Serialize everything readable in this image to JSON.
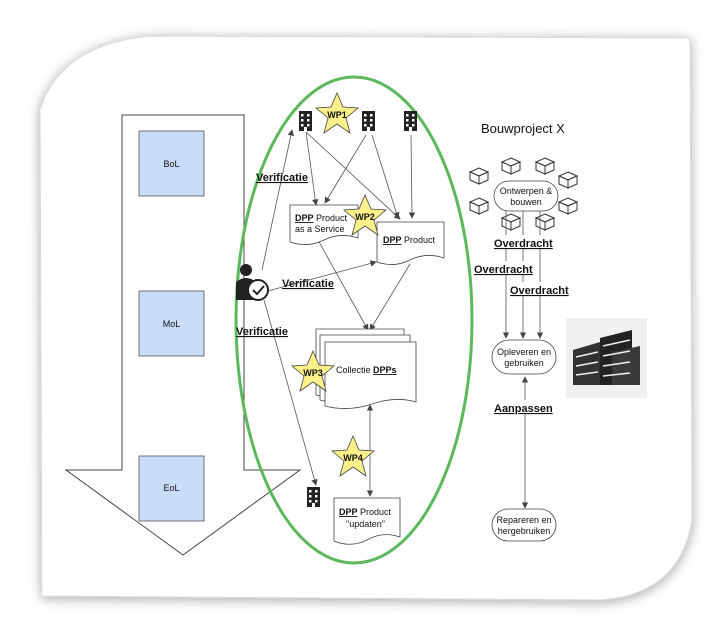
{
  "lifecycle": {
    "bol": "BoL",
    "mol": "MoL",
    "eol": "EoL"
  },
  "workpackages": {
    "wp1": "WP1",
    "wp2": "WP2",
    "wp3": "WP3",
    "wp4": "WP4"
  },
  "verification": {
    "label_top": "Verificatie",
    "label_middle": "Verificatie",
    "label_bottom": "Verificatie"
  },
  "documents": {
    "dpp_service_bold": "DPP",
    "dpp_service_rest": " Product",
    "dpp_service_line2": "as a Service",
    "dpp_product_bold": "DPP",
    "dpp_product_rest": " Product",
    "collectie_prefix": "Collectie ",
    "collectie_bold": "DPPs",
    "update_bold": "DPP",
    "update_rest": " Product",
    "update_line2": "\"updaten\""
  },
  "project": {
    "title": "Bouwproject X",
    "design_line1": "Ontwerpen &",
    "design_line2": "bouwen",
    "handover1": "Overdracht",
    "handover2": "Overdracht",
    "handover3": "Overdracht",
    "deliver_line1": "Opleveren en",
    "deliver_line2": "gebruiken",
    "adapt": "Aanpassen",
    "repair_line1": "Repareren en",
    "repair_line2": "hergebruiken"
  },
  "colors": {
    "ellipse": "#5cb85c",
    "star": "#fbf08a",
    "lifecycle_box": "#c9dcf8"
  },
  "icons": [
    "building-icon",
    "inspector-check-icon",
    "package-icon",
    "office-buildings-icon",
    "star-icon"
  ]
}
